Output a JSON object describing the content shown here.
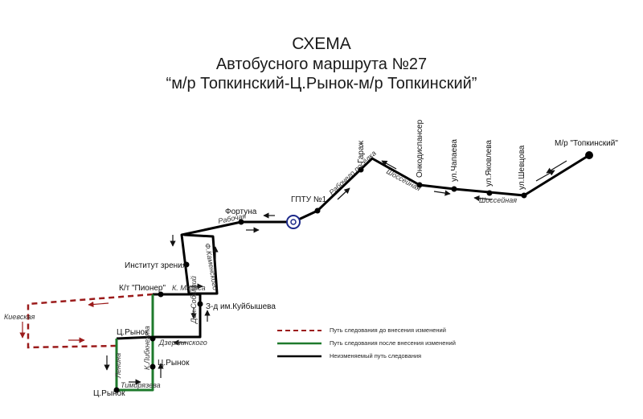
{
  "title": {
    "line1": "СХЕМА",
    "line2": "Автобусного маршрута №27",
    "line3": "“м/р Топкинский-Ц.Рынок-м/р Топкинский”"
  },
  "stops": {
    "topkinsky": "М/р \"Топкинский\"",
    "shevtsova": "ул.Шевцова",
    "yakovleva": "ул.Яковлева",
    "chapaeva": "ул.Чапаева",
    "onkodispanser": "Онкодиспансер",
    "garazh": "Гараж",
    "gptu": "ГПТУ №1",
    "fortuna": "Фортуна",
    "institut": "Институт зрения",
    "pioner": "К/т \"Пионер\"",
    "kuibysheva": "З-д им.Куйбышева",
    "rynok1": "Ц.Рынок",
    "rynok2": "Ц.Рынок",
    "rynok3": "Ц.Рынок"
  },
  "streets": {
    "rabochaya": "Рабочая",
    "rabochaya2": "Рабочего посёлка",
    "shosseinaya": "Шоссейная",
    "shosseinaya2": "Шоссейная",
    "fkamenskaya": "Ф.Каменского",
    "kmarksa": "К. Маркса",
    "dekabristov": "Дек.Событий",
    "dzerzhinskogo": "Дзержинского",
    "kievskaya": "Киевская",
    "lenina": "Ленина",
    "kliebknekhta": "К.Либкнехта",
    "timiryazeva": "Тимирязева"
  },
  "legend": {
    "before": "Путь следования  до внесения  изменений",
    "after": "Путь следования  после внесения  изменений",
    "unchanged": "Неизменяемый  путь следования"
  },
  "colors": {
    "unchanged": "#000000",
    "before": "#9b1b1b",
    "after": "#1e7a2c"
  }
}
